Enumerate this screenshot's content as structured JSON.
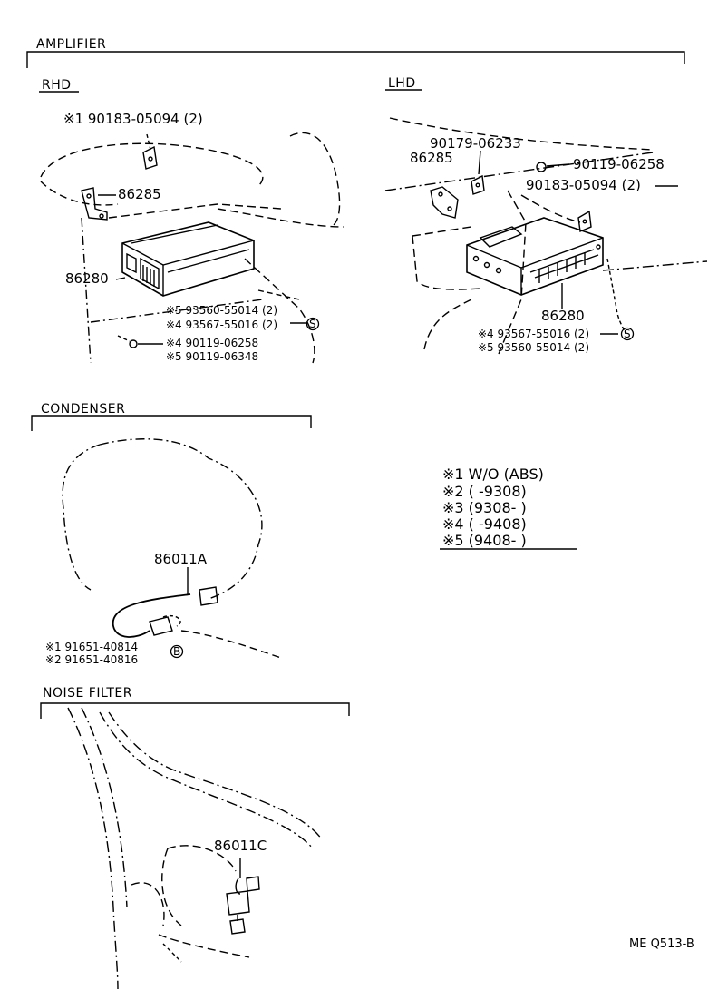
{
  "amplifier": {
    "title": "AMPLIFIER",
    "rhd": {
      "label": "RHD",
      "parts": {
        "bolt": "※1  90183-05094 (2)",
        "bracket": "86285",
        "amp": "86280",
        "n1": "※5  93560-55014 (2)",
        "n2": "※4  93567-55016 (2)",
        "n3": "※4  90119-06258",
        "n4": "※5  90119-06348"
      },
      "callout": "S"
    },
    "lhd": {
      "label": "LHD",
      "parts": {
        "screw": "90179-06233",
        "bracket": "86285",
        "nut": "90119-06258",
        "bolt": "90183-05094 (2)",
        "amp": "86280",
        "n1": "※4  93567-55016 (2)",
        "n2": "※5  93560-55014 (2)"
      },
      "callout": "S"
    }
  },
  "condenser": {
    "title": "CONDENSER",
    "part": "86011A",
    "n1": "※1  91651-40814",
    "n2": "※2  91651-40816",
    "callout": "B"
  },
  "noise_filter": {
    "title": "NOISE FILTER",
    "part": "86011C"
  },
  "legend": [
    "※1  W/O (ABS)",
    "※2  (        -9308)",
    "※3  (9308-        )",
    "※4  (        -9408)",
    "※5  (9408-        )"
  ],
  "footer": "ME Q513-B"
}
